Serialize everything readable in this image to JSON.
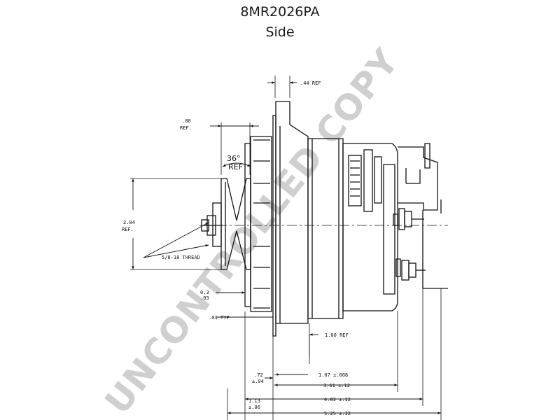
{
  "header": {
    "part_number": "8MR2026PA",
    "view": "Side"
  },
  "dimensions": {
    "top_ref": ".44 REF",
    "pulley_offset": ".80",
    "pulley_offset_ref": "REF.",
    "groove_angle": "36°",
    "groove_angle_ref": "REF",
    "pulley_height": "2.84",
    "pulley_height_ref": "REF.",
    "thread": "5/8-18 THREAD",
    "fan_gap": "0.3",
    "fan_gap_tol": ".03",
    "typ": ".03 TYP",
    "bottom_ref": "1.00 REF",
    "d072": ".72",
    "d072_tol": "±.04",
    "d107": "1.07 ±.008",
    "d361": "3.61 ±.12",
    "d113": "1.13",
    "d113_tol": "±.06",
    "d483": "4.83 ±.12",
    "d525": "5.25 ±.12"
  },
  "watermark": "UNCONTROLLED COPY"
}
